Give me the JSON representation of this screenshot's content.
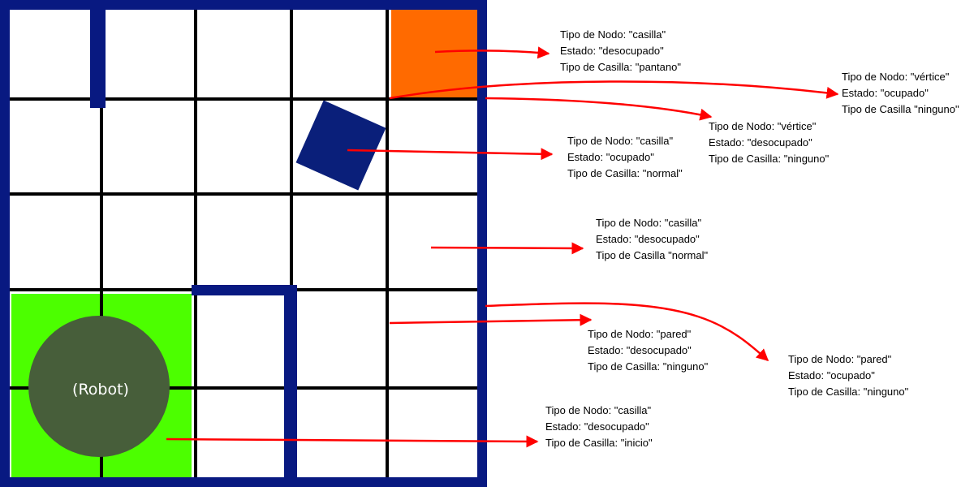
{
  "colors": {
    "border": "#081981",
    "grid": "#000000",
    "swamp": "#ff6a00",
    "start": "#4cff00",
    "obstacle": "#0a1f7a",
    "robot": "#475e3a",
    "arrow": "#ff0000"
  },
  "robot": {
    "label": "(Robot)"
  },
  "annotations": [
    {
      "lines": [
        "Tipo de Nodo: \"casilla\"",
        "Estado: \"desocupado\"",
        "Tipo de Casilla: \"pantano\""
      ]
    },
    {
      "lines": [
        "Tipo de Nodo: \"vértice\"",
        "Estado: \"ocupado\"",
        "Tipo de Casilla \"ninguno\""
      ]
    },
    {
      "lines": [
        "Tipo de Nodo: \"vértice\"",
        "Estado: \"desocupado\"",
        "Tipo de Casilla: \"ninguno\""
      ]
    },
    {
      "lines": [
        "Tipo de Nodo: \"casilla\"",
        "Estado: \"ocupado\"",
        "Tipo de Casilla: \"normal\""
      ]
    },
    {
      "lines": [
        "Tipo de Nodo: \"casilla\"",
        "Estado: \"desocupado\"",
        "Tipo de Casilla \"normal\""
      ]
    },
    {
      "lines": [
        "Tipo de Nodo: \"pared\"",
        "Estado: \"desocupado\"",
        "Tipo de Casilla: \"ninguno\""
      ]
    },
    {
      "lines": [
        "Tipo de Nodo: \"pared\"",
        "Estado: \"ocupado\"",
        "Tipo de Casilla: \"ninguno\""
      ]
    },
    {
      "lines": [
        "Tipo de Nodo: \"casilla\"",
        "Estado: \"desocupado\"",
        "Tipo de Casilla: \"inicio\""
      ]
    }
  ]
}
